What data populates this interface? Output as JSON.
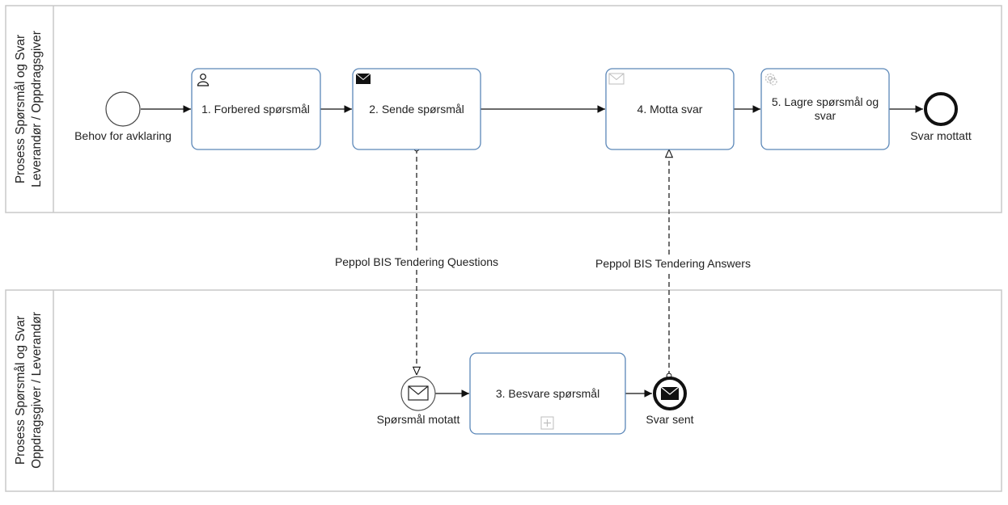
{
  "pools": {
    "top": {
      "title_line1": "Prosess Spørsmål og Svar",
      "title_line2": "Leverandør / Oppdragsgiver"
    },
    "bottom": {
      "title_line1": "Prosess Spørsmål og Svar",
      "title_line2": "Oppdragsgiver / Leverandør"
    }
  },
  "events": {
    "start": {
      "label": "Behov for avklaring"
    },
    "end_top": {
      "label": "Svar mottatt"
    },
    "msg_start": {
      "label": "Spørsmål motatt"
    },
    "msg_end": {
      "label": "Svar sent"
    }
  },
  "tasks": {
    "t1": {
      "label": "1. Forbered spørsmål",
      "type_icon": "user-icon"
    },
    "t2": {
      "label": "2. Sende spørsmål",
      "type_icon": "send-envelope-icon"
    },
    "t3": {
      "label": "3. Besvare spørsmål",
      "marker_icon": "subprocess-plus-icon"
    },
    "t4": {
      "label": "4. Motta svar",
      "type_icon": "receive-envelope-icon"
    },
    "t5": {
      "label_line1": "5. Lagre spørsmål og",
      "label_line2": "svar",
      "type_icon": "gear-icon"
    }
  },
  "flows": {
    "questions": {
      "label": "Peppol BIS Tendering Questions"
    },
    "answers": {
      "label": "Peppol BIS Tendering Answers"
    }
  },
  "colors": {
    "task_border": "#5b87b8",
    "pool_border": "#c8c8c8",
    "line": "#111111",
    "icon_muted": "#bdbdbd"
  }
}
